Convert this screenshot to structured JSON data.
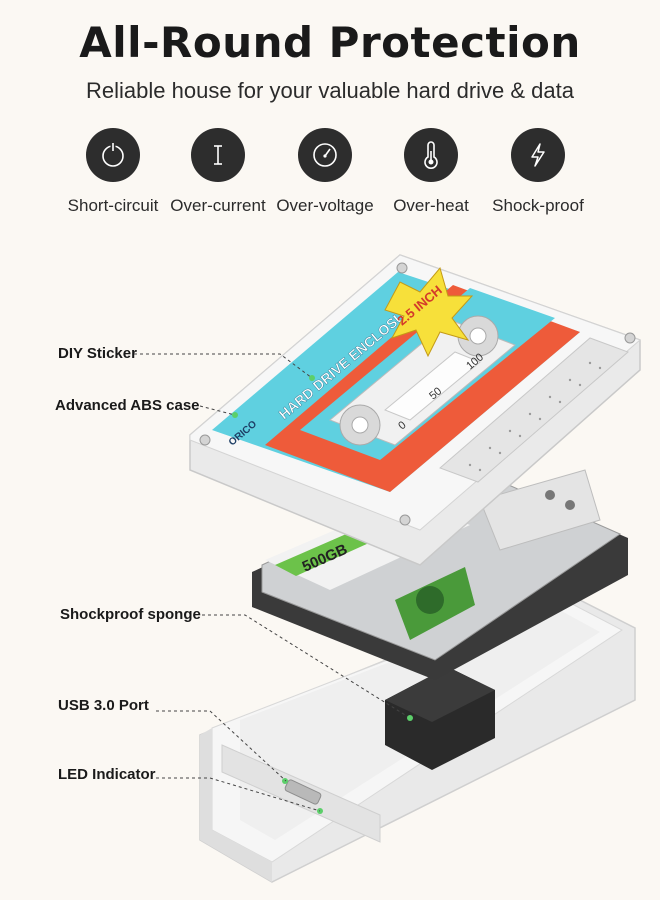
{
  "header": {
    "title": "All-Round Protection",
    "subtitle": "Reliable house for your valuable hard drive & data"
  },
  "features": [
    {
      "label": "Short-circuit",
      "icon": "power-icon"
    },
    {
      "label": "Over-current",
      "icon": "current-icon"
    },
    {
      "label": "Over-voltage",
      "icon": "gauge-icon"
    },
    {
      "label": "Over-heat",
      "icon": "thermometer-icon"
    },
    {
      "label": "Shock-proof",
      "icon": "lightning-icon"
    }
  ],
  "callouts": {
    "diy_sticker": "DIY Sticker",
    "abs_case": "Advanced ABS case",
    "sponge": "Shockproof sponge",
    "usb_port": "USB 3.0 Port",
    "led": "LED Indicator"
  },
  "sticker": {
    "brand": "ORICO",
    "badge": "2.5 INCH",
    "text": "HARD DRIVE ENCLOSURE",
    "scale": [
      "0",
      "50",
      "100"
    ]
  },
  "drive": {
    "capacity": "500GB"
  },
  "colors": {
    "icon_bg": "#2d2d2d",
    "sticker_cyan": "#5fd0e0",
    "sticker_orange": "#ee5b3a",
    "badge_yellow": "#f7e03a",
    "drive_green": "#6cc24a",
    "case_white": "#f2f2f2"
  }
}
